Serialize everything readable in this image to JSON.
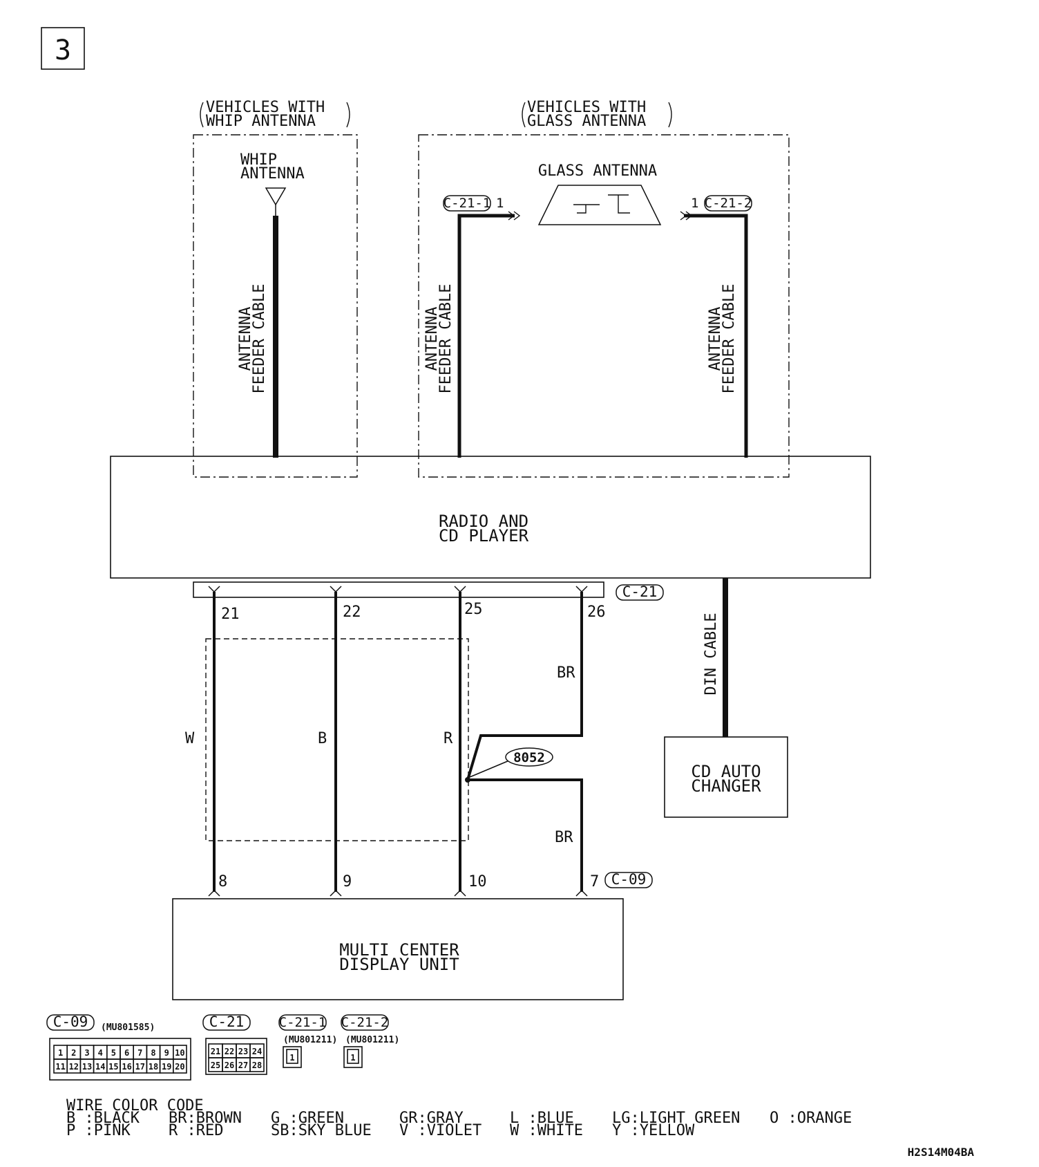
{
  "page_number": "3",
  "groups": {
    "whip": {
      "title_l1": "VEHICLES WITH",
      "title_l2": "WHIP ANTENNA"
    },
    "glass": {
      "title_l1": "VEHICLES WITH",
      "title_l2": "GLASS ANTENNA"
    }
  },
  "components": {
    "whip_antenna_l1": "WHIP",
    "whip_antenna_l2": "ANTENNA",
    "glass_antenna": "GLASS ANTENNA",
    "radio_l1": "RADIO AND",
    "radio_l2": "CD PLAYER",
    "cd_changer_l1": "CD AUTO",
    "cd_changer_l2": "CHANGER",
    "mcdu_l1": "MULTI CENTER",
    "mcdu_l2": "DISPLAY UNIT"
  },
  "cables": {
    "feeder_l1": "ANTENNA",
    "feeder_l2": "FEEDER CABLE",
    "din": "DIN CABLE"
  },
  "connectors": {
    "c21_1": "C-21-1",
    "c21_2": "C-21-2",
    "c21": "C-21",
    "c09": "C-09",
    "splice": "8052",
    "glass_pin_left": "1",
    "glass_pin_right": "1"
  },
  "pins_top": [
    "21",
    "22",
    "25",
    "26"
  ],
  "pins_bottom": [
    "8",
    "9",
    "10",
    "7"
  ],
  "wire_colors": [
    "W",
    "B",
    "R",
    "BR",
    "BR"
  ],
  "connector_diagrams": {
    "c09_part": "(MU801585)",
    "c09_pins_row1": [
      "1",
      "2",
      "3",
      "4",
      "5",
      "6",
      "7",
      "8",
      "9",
      "10"
    ],
    "c09_pins_row2": [
      "11",
      "12",
      "13",
      "14",
      "15",
      "16",
      "17",
      "18",
      "19",
      "20"
    ],
    "c21_pins_row1": [
      "21",
      "22",
      "23",
      "24"
    ],
    "c21_pins_row2": [
      "25",
      "26",
      "27",
      "28"
    ],
    "c21_1_part": "(MU801211)",
    "c21_2_part": "(MU801211)",
    "single_pin": "1"
  },
  "legend": {
    "title": "WIRE COLOR CODE",
    "row1": [
      "B :BLACK",
      "BR:BROWN",
      "G :GREEN",
      "GR:GRAY",
      "L :BLUE",
      "LG:LIGHT GREEN",
      "O :ORANGE"
    ],
    "row2": [
      "P :PINK",
      "R :RED",
      "SB:SKY BLUE",
      "V :VIOLET",
      "W :WHITE",
      "Y :YELLOW"
    ]
  },
  "drawing_code": "H2S14M04BA"
}
